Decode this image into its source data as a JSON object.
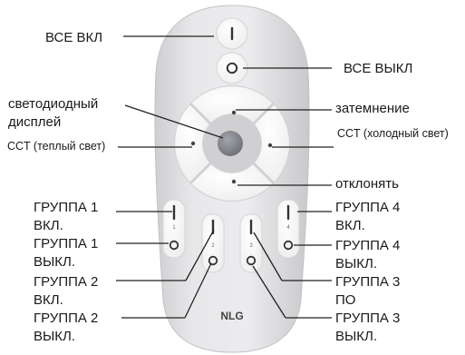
{
  "remote": {
    "brand": "NLG",
    "group_numbers": [
      "1",
      "2",
      "3",
      "4"
    ]
  },
  "labels": {
    "all_on": "ВСЕ ВКЛ",
    "all_off": "ВСЕ ВЫКЛ",
    "led_display_line1": "светодиодный",
    "led_display_line2": "дисплей",
    "dimming": "затемнение",
    "cct_warm": "CCT (теплый свет)",
    "cct_cold": "CCT (холодный свет)",
    "reject": "отклонять",
    "group1_on_line1": "ГРУППА 1",
    "group1_on_line2": "ВКЛ.",
    "group1_off_line1": "ГРУППА 1",
    "group1_off_line2": "ВЫКЛ.",
    "group2_on_line1": "ГРУППА 2",
    "group2_on_line2": "ВКЛ.",
    "group2_off_line1": "ГРУППА 2",
    "group2_off_line2": "ВЫКЛ.",
    "group3_on_line1": "ГРУППА 3",
    "group3_on_line2": "ПО",
    "group3_off_line1": "ГРУППА 3",
    "group3_off_line2": "ВЫКЛ.",
    "group4_on_line1": "ГРУППА 4",
    "group4_on_line2": "ВКЛ.",
    "group4_off_line1": "ГРУППА 4",
    "group4_off_line2": "ВЫКЛ."
  },
  "colors": {
    "remote_body": "#e4e4e6",
    "button": "#fbfbfb",
    "leader": "#222222",
    "led": "#7f8187"
  }
}
